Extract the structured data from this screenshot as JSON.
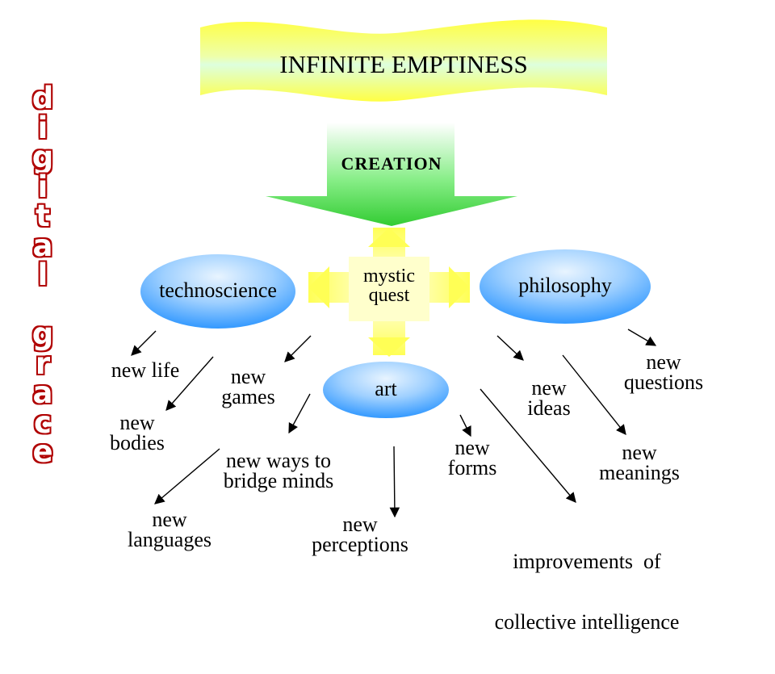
{
  "banner": {
    "title": "INFINITE EMPTINESS"
  },
  "creation": {
    "label": "CREATION"
  },
  "side_title": {
    "letters": [
      "d",
      "i",
      "g",
      "i",
      "t",
      "a",
      "l",
      "",
      "g",
      "r",
      "a",
      "c",
      "e"
    ]
  },
  "ovals": {
    "technoscience": "technoscience",
    "philosophy": "philosophy",
    "art": "art"
  },
  "center": {
    "line1": "mystic",
    "line2": "quest"
  },
  "outcomes": {
    "new_life": [
      "new life"
    ],
    "new_games": [
      "new",
      "games"
    ],
    "new_bodies": [
      "new",
      "bodies"
    ],
    "new_ways": [
      "new ways to",
      "bridge minds"
    ],
    "new_languages": [
      "new",
      "languages"
    ],
    "new_perceptions": [
      "new",
      "perceptions"
    ],
    "new_forms": [
      "new",
      "forms"
    ],
    "new_ideas": [
      "new",
      "ideas"
    ],
    "new_questions": [
      "new",
      "questions"
    ],
    "new_meanings": [
      "new",
      "meanings"
    ],
    "improvements": [
      "improvements  of",
      "collective intelligence"
    ]
  },
  "colors": {
    "banner_yellow": "#ffff33",
    "banner_cyan": "#ccffee",
    "arrow_green": "#44dd44",
    "oval_blue": "#3399ff",
    "oval_light": "#cce8ff",
    "cross_yellow": "#ffff66",
    "title_red": "#b00000"
  }
}
